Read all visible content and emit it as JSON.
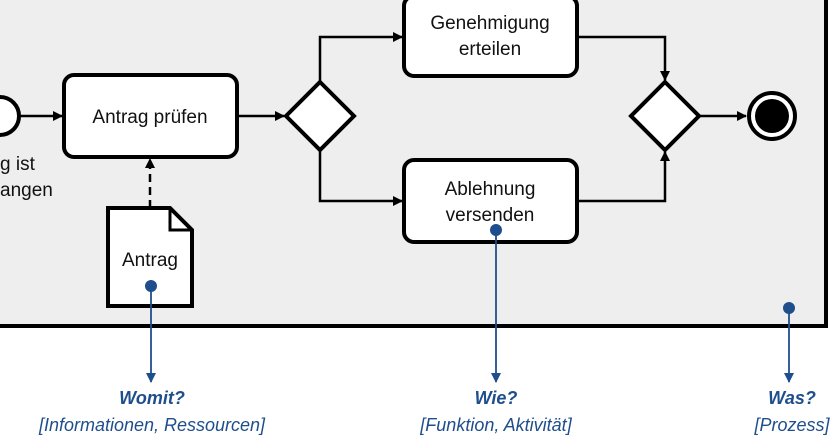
{
  "process": {
    "start_event_label_line1": "g ist",
    "start_event_label_line2": "angen",
    "task_check_line1": "Antrag prüfen",
    "task_approve_line1": "Genehmigung",
    "task_approve_line2": "erteilen",
    "task_reject_line1": "Ablehnung",
    "task_reject_line2": "versenden",
    "document_label": "Antrag"
  },
  "annotations": {
    "what_with": {
      "question": "Womit?",
      "detail": "[Informationen, Ressourcen]"
    },
    "how": {
      "question": "Wie?",
      "detail": "[Funktion, Aktivität]"
    },
    "what": {
      "question": "Was?",
      "detail": "[Prozess]"
    }
  },
  "colors": {
    "pool_fill": "#eeeeee",
    "stroke": "#000000",
    "annotation": "#1f4e8c",
    "node_fill": "#ffffff"
  }
}
